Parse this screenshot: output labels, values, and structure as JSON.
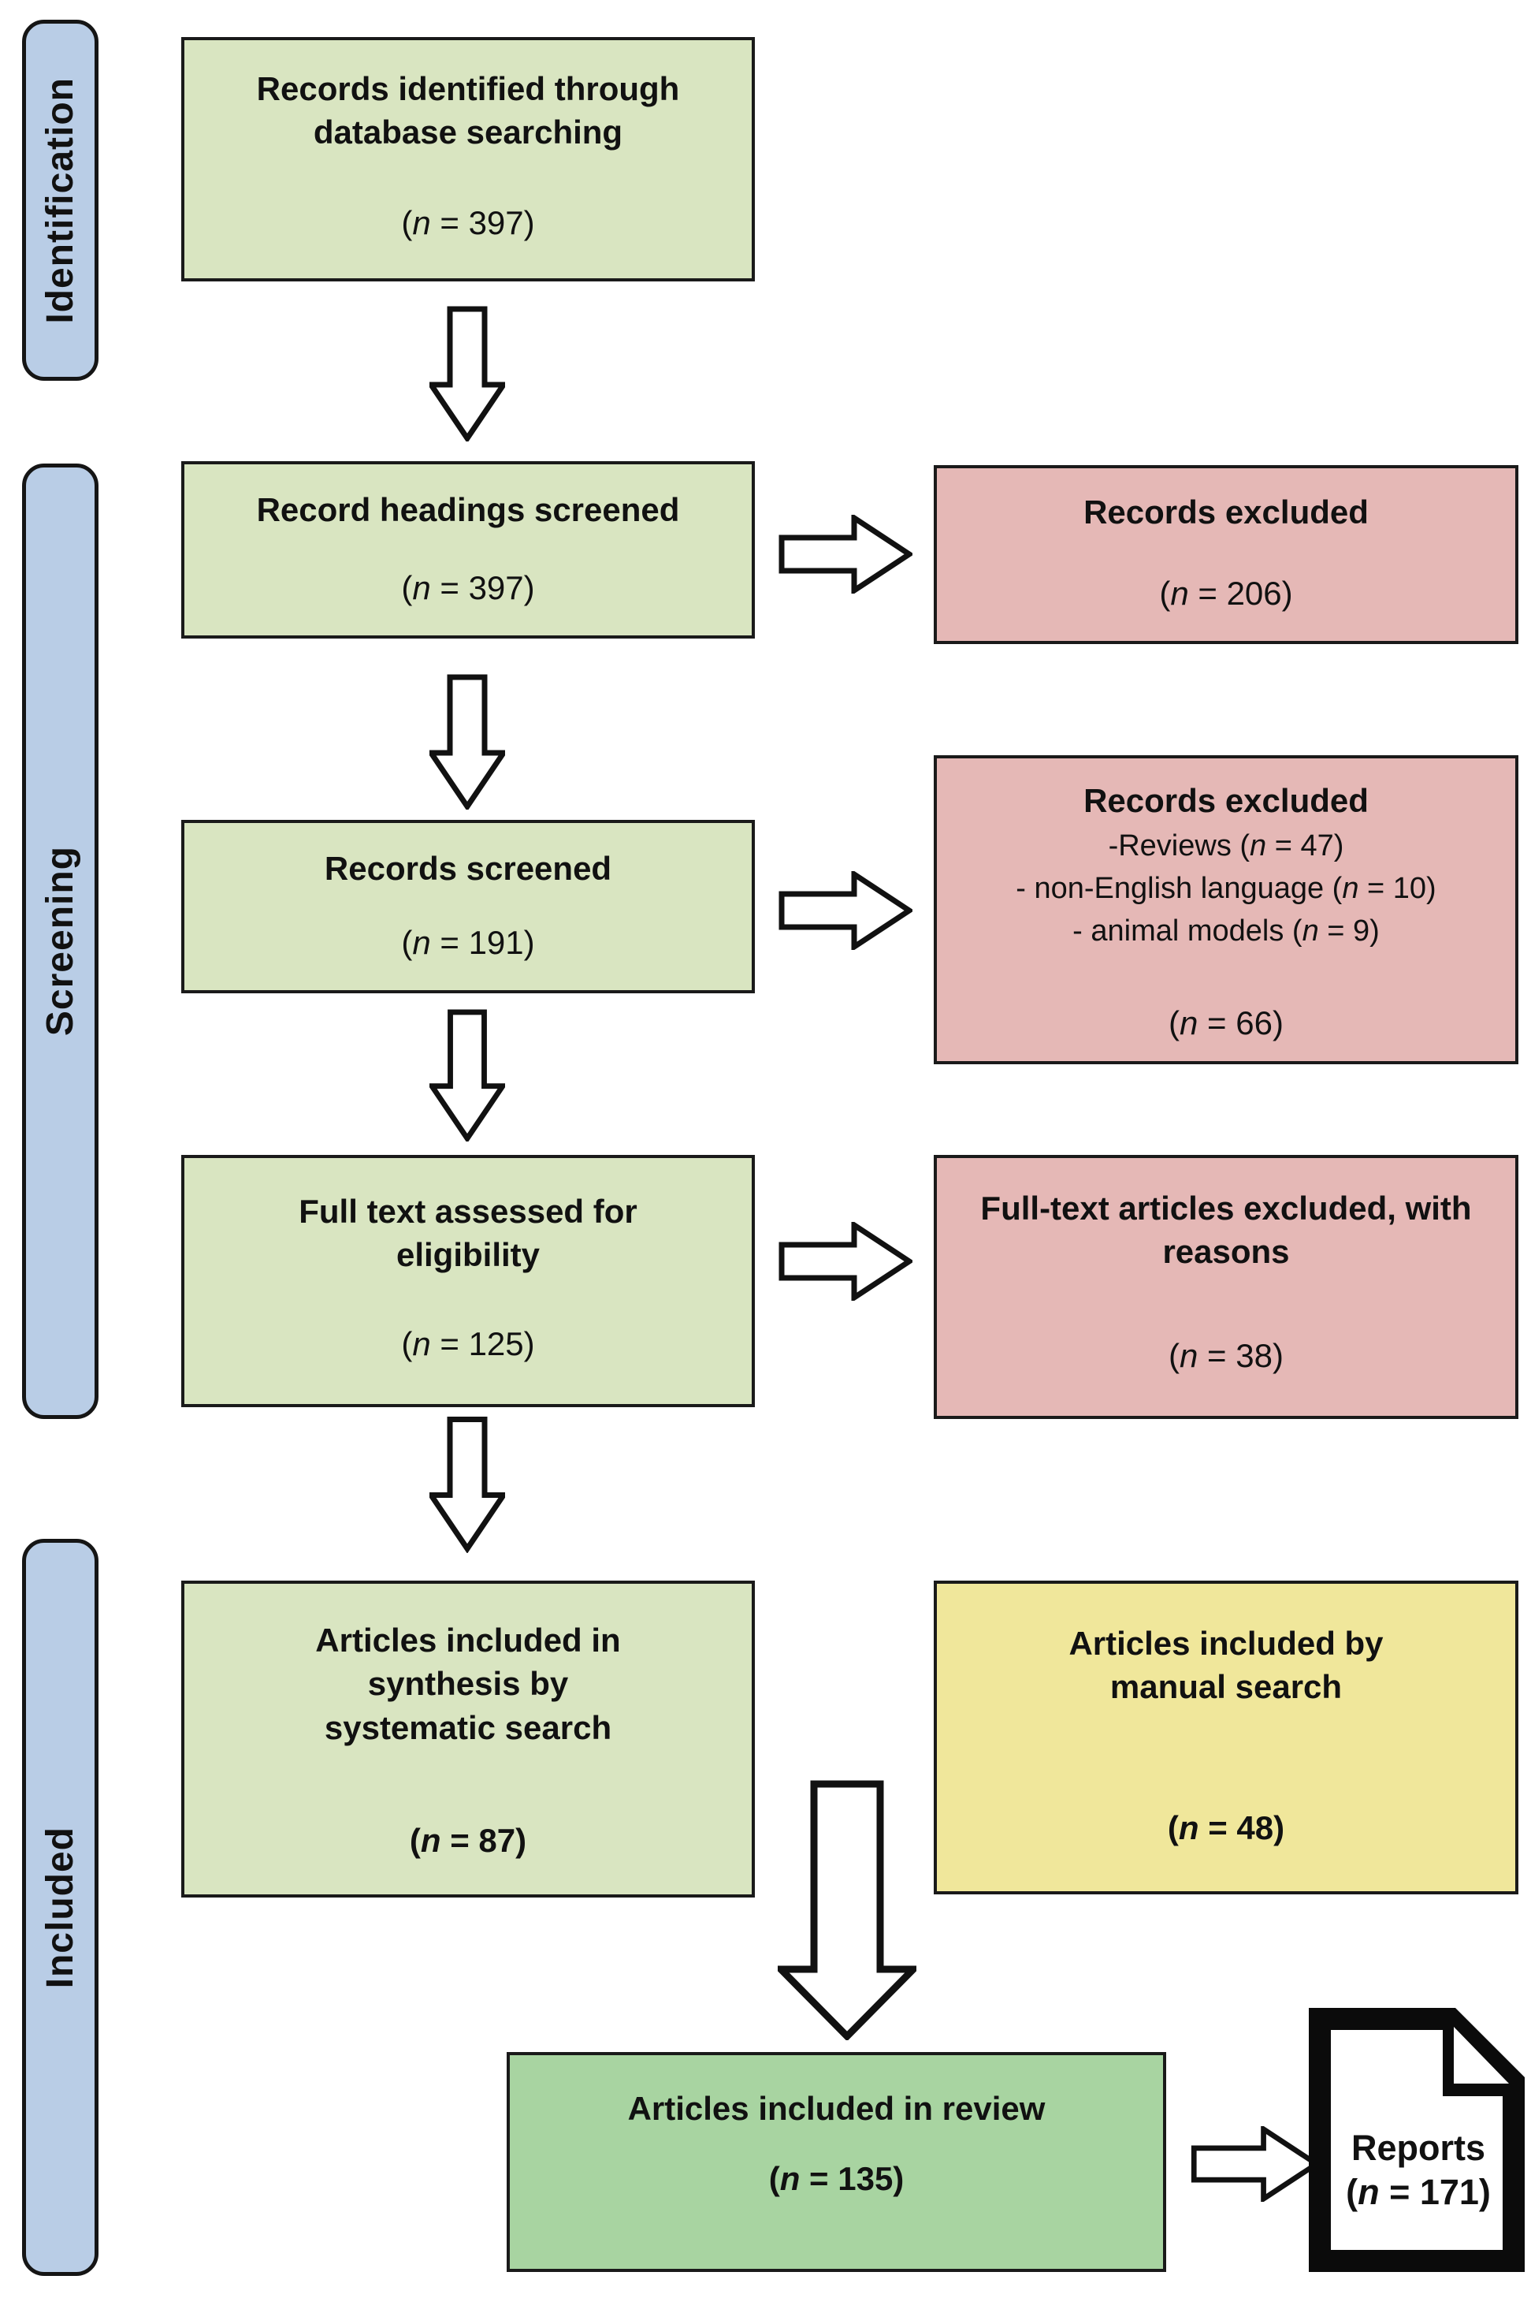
{
  "figure": {
    "kind": "PRISMA flow diagram",
    "stages": {
      "identification": "Identification",
      "screening": "Screening",
      "included": "Included"
    },
    "colors": {
      "stage_bar": "#b9cde6",
      "primary_box": "#d9e5c1",
      "excluded_box": "#e5b8b6",
      "manual_box": "#f0e79b",
      "review_box": "#a8d4a1",
      "border": "#1a1a1a"
    },
    "boxes": {
      "identified": {
        "heading": "Records identified through database searching",
        "n": "397"
      },
      "headings_screened": {
        "heading": "Record headings  screened",
        "n": "397"
      },
      "records_screened": {
        "heading": "Records screened",
        "n": "191"
      },
      "full_text_assessed": {
        "heading": "Full text assessed for eligibility",
        "n": "125"
      },
      "synthesis_included": {
        "heading": "Articles included in synthesis by systematic search",
        "n": "87"
      },
      "records_excluded": {
        "heading": "Records excluded",
        "n": "206"
      },
      "records_excluded_reasons": {
        "heading": "Records excluded",
        "reasons": [
          "-Reviews (n = 47)",
          "- non-English language (n = 10)",
          "- animal  models (n = 9)"
        ],
        "n": "66"
      },
      "full_text_excluded": {
        "heading": "Full-text articles excluded, with reasons",
        "n": "38"
      },
      "manual_search": {
        "heading": "Articles included by manual search",
        "n": "48"
      },
      "included_review": {
        "heading": "Articles included in review",
        "n": "135"
      },
      "reports": {
        "heading": "Reports",
        "n": "171"
      }
    }
  }
}
